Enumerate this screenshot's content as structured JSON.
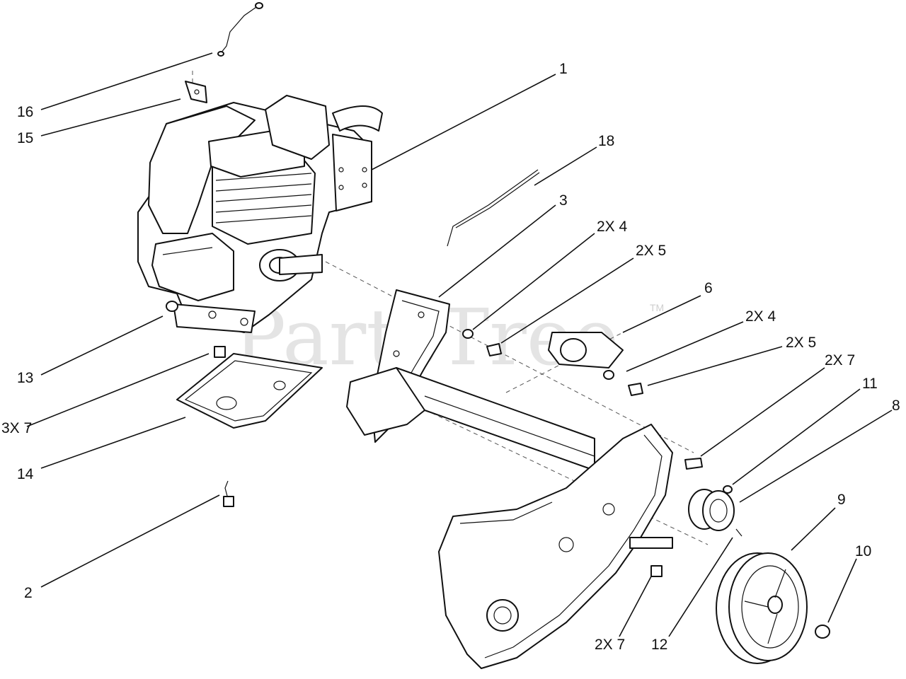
{
  "watermark": {
    "text": "PartsTree",
    "trademark": "TM"
  },
  "callouts": [
    {
      "id": "c1",
      "label": "1"
    },
    {
      "id": "c16",
      "label": "16"
    },
    {
      "id": "c15",
      "label": "15"
    },
    {
      "id": "c18",
      "label": "18"
    },
    {
      "id": "c3",
      "label": "3"
    },
    {
      "id": "c2x4a",
      "label": "2X 4"
    },
    {
      "id": "c2x5a",
      "label": "2X 5"
    },
    {
      "id": "c6",
      "label": "6"
    },
    {
      "id": "c2x4b",
      "label": "2X 4"
    },
    {
      "id": "c2x5b",
      "label": "2X 5"
    },
    {
      "id": "c2x7a",
      "label": "2X 7"
    },
    {
      "id": "c11",
      "label": "11"
    },
    {
      "id": "c8",
      "label": "8"
    },
    {
      "id": "c13",
      "label": "13"
    },
    {
      "id": "c3x7",
      "label": "3X 7"
    },
    {
      "id": "c14",
      "label": "14"
    },
    {
      "id": "c9",
      "label": "9"
    },
    {
      "id": "c10",
      "label": "10"
    },
    {
      "id": "c2",
      "label": "2"
    },
    {
      "id": "c2x7b",
      "label": "2X 7"
    },
    {
      "id": "c12",
      "label": "12"
    }
  ]
}
